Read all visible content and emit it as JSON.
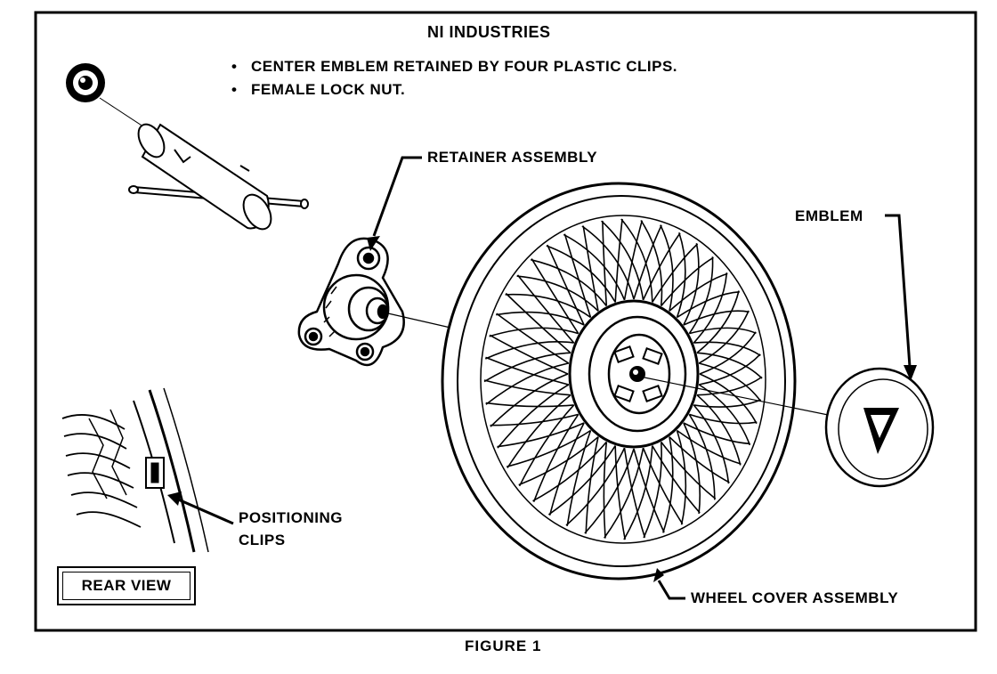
{
  "header": {
    "title": "NI INDUSTRIES"
  },
  "notes": [
    "CENTER EMBLEM RETAINED BY FOUR PLASTIC CLIPS.",
    "FEMALE LOCK NUT."
  ],
  "labels": {
    "retainer": "RETAINER ASSEMBLY",
    "emblem": "EMBLEM",
    "positioning_line1": "POSITIONING",
    "positioning_line2": "CLIPS",
    "wheel_cover": "WHEEL COVER ASSEMBLY",
    "rear_view": "REAR VIEW"
  },
  "caption": "FIGURE 1",
  "colors": {
    "ink": "#000000",
    "paper": "#ffffff"
  }
}
